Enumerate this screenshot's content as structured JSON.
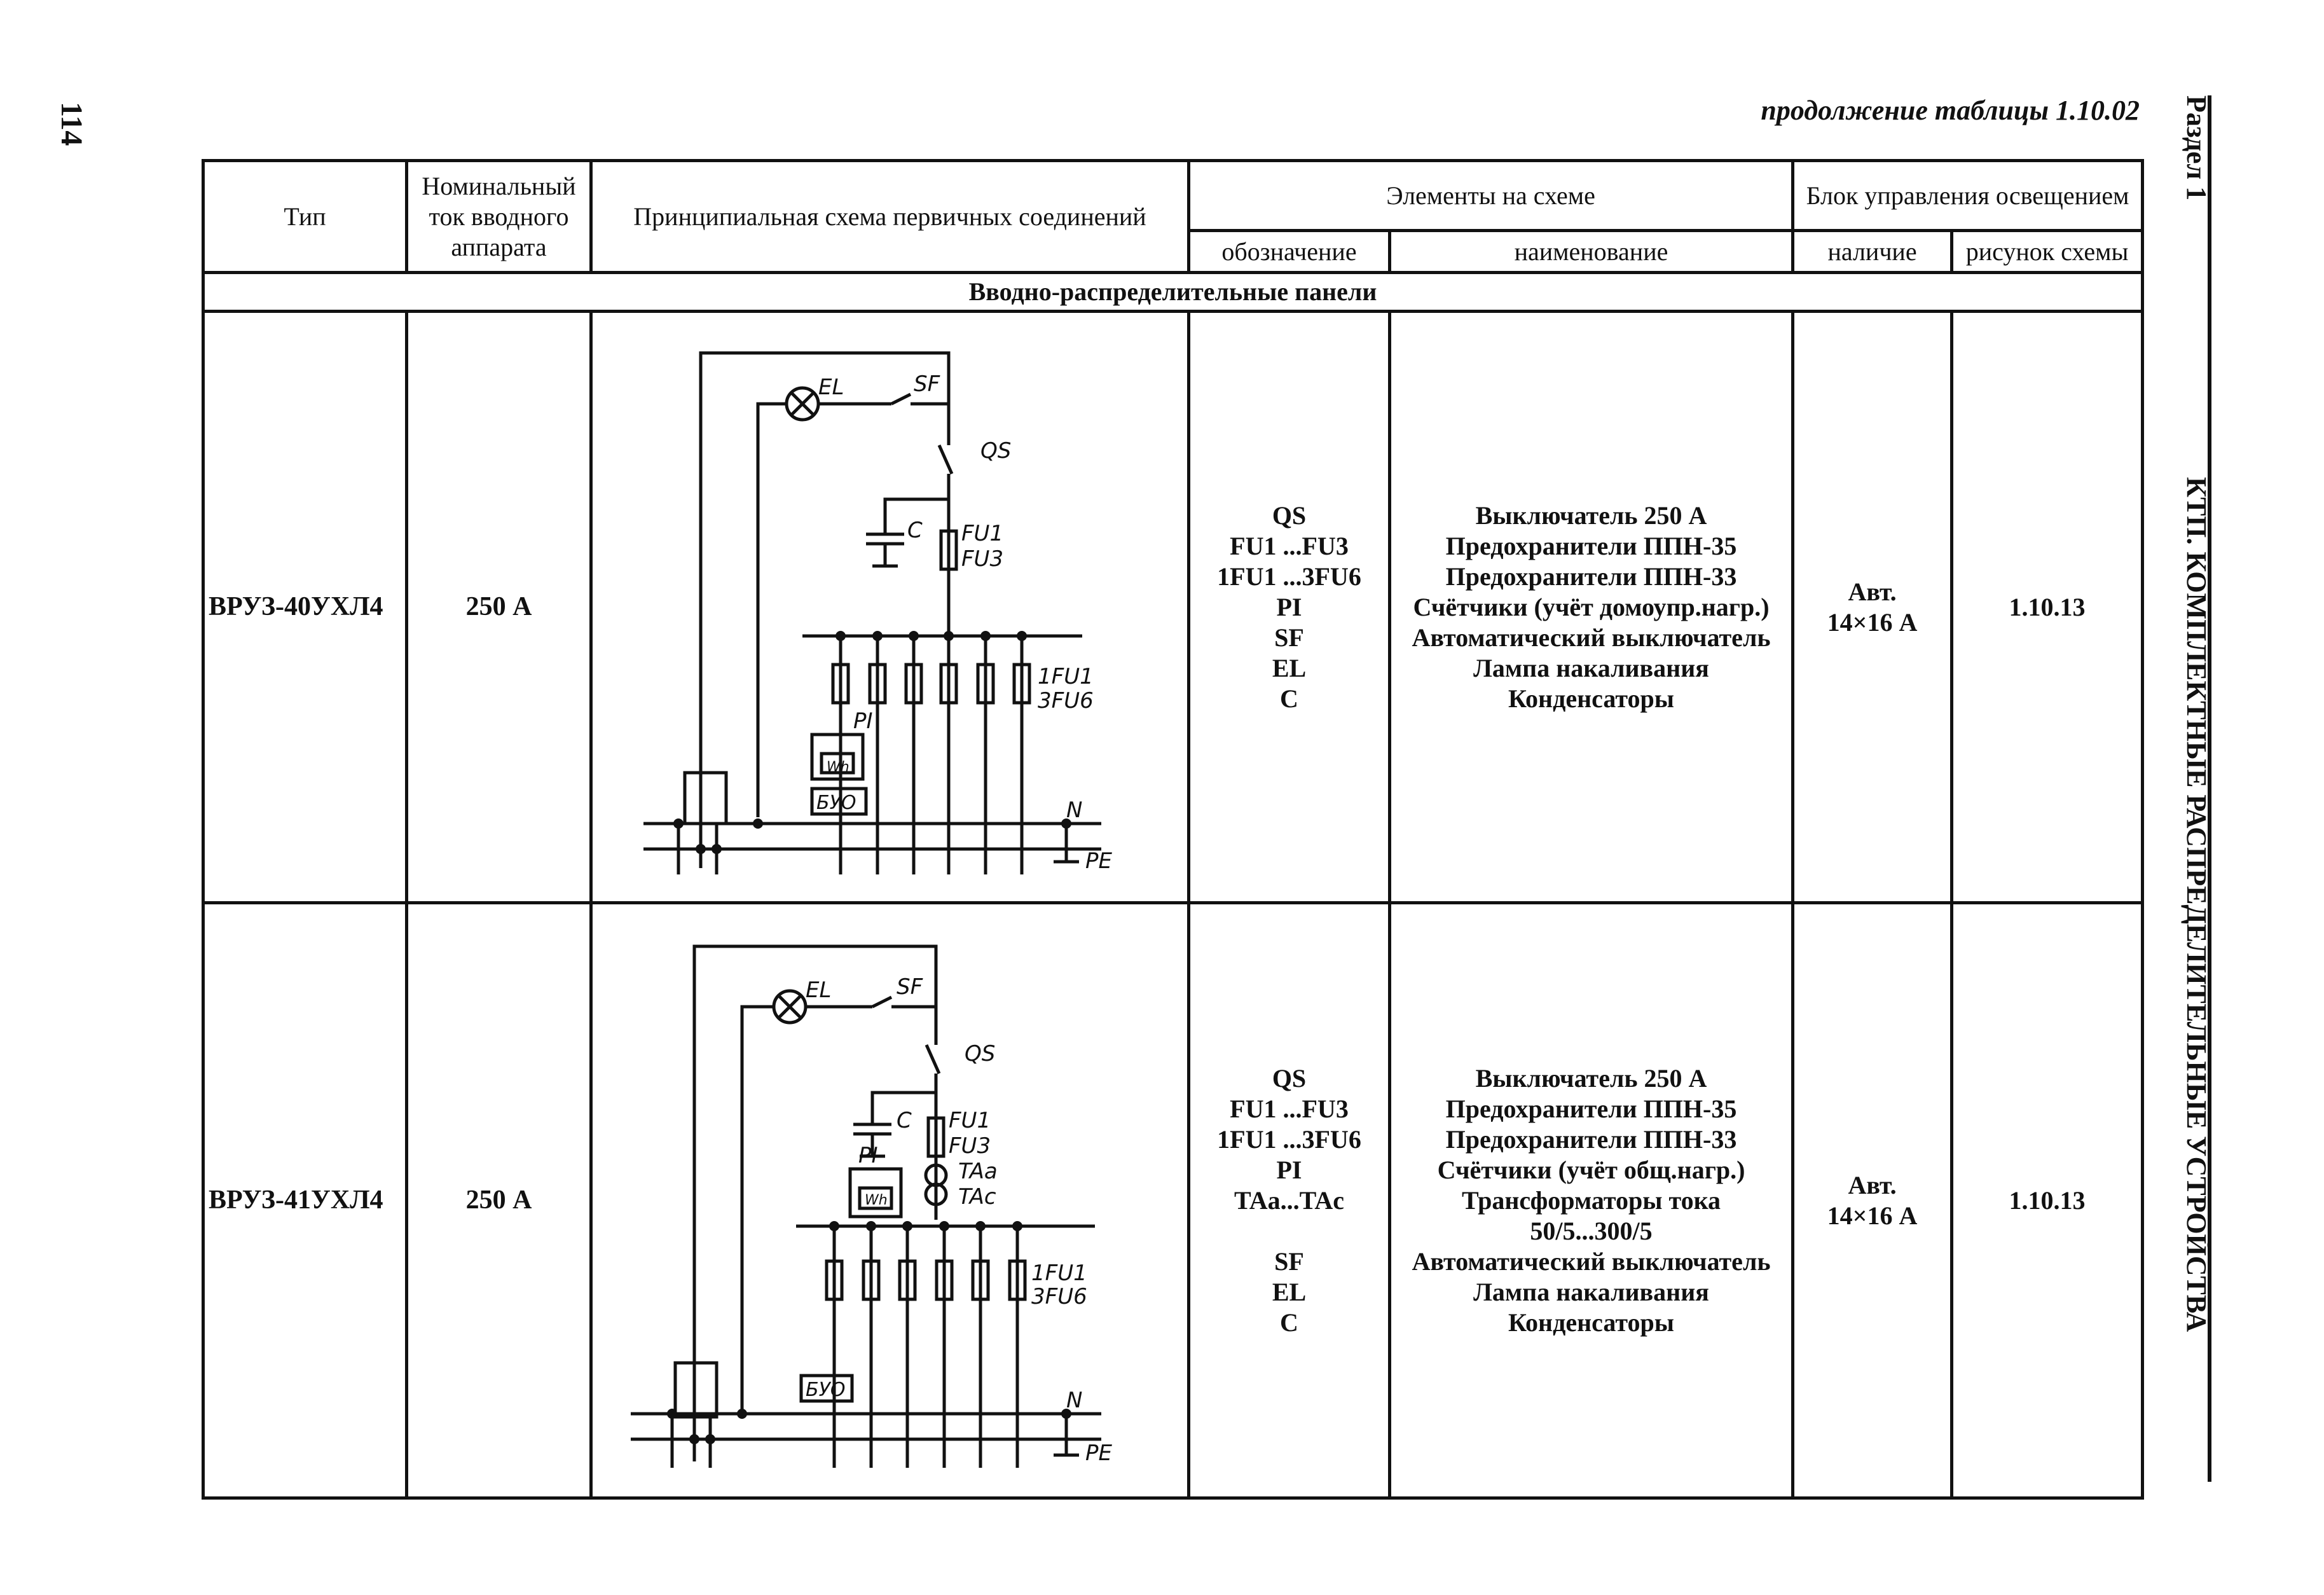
{
  "page_number": "114",
  "continuation": "продолжение таблицы 1.10.02",
  "side": {
    "section": "Раздел 1",
    "title": "КТП. КОМПЛЕКТНЫЕ РАСПРЕДЕЛИТЕЛЬНЫЕ УСТРОЙСТВА"
  },
  "header": {
    "type": "Тип",
    "rated_current": "Номинальный ток вводного аппарата",
    "scheme": "Принципиальная схема первичных соединений",
    "elements": "Элементы на схеме",
    "designation": "обозначение",
    "name": "наименование",
    "lighting_unit": "Блок управления освещением",
    "presence": "наличие",
    "scheme_figure": "рисунок схемы"
  },
  "section_title": "Вводно-распределительные панели",
  "rows": [
    {
      "type": "ВРУЗ-40УХЛ4",
      "current": "250 А",
      "designations": [
        "QS",
        "FU1 ...FU3",
        "1FU1 ...3FU6",
        "PI",
        "SF",
        "EL",
        "C"
      ],
      "names": [
        "Выключатель 250 А",
        "Предохранители ППН-35",
        "Предохранители ППН-33",
        "Счётчики (учёт домоупр.нагр.)",
        "Автоматический выключатель",
        "Лампа накаливания",
        "Конденсаторы"
      ],
      "presence": [
        "Авт.",
        "14×16 А"
      ],
      "figure": "1.10.13",
      "labels": {
        "el": "EL",
        "sf": "SF",
        "qs": "QS",
        "c": "C",
        "fu1": "FU1",
        "fu3": "FU3",
        "pi": "PI",
        "wh": "Wh",
        "fu_group1": "1FU1",
        "fu_group2": "3FU6",
        "buo": "БУО",
        "n": "N",
        "pe": "PE"
      }
    },
    {
      "type": "ВРУЗ-41УХЛ4",
      "current": "250 А",
      "designations": [
        "QS",
        "FU1 ...FU3",
        "1FU1 ...3FU6",
        "PI",
        "TAa...TAc",
        "",
        "SF",
        "EL",
        "C"
      ],
      "names": [
        "Выключатель 250 А",
        "Предохранители ППН-35",
        "Предохранители ППН-33",
        "Счётчики (учёт общ.нагр.)",
        "Трансформаторы тока",
        "50/5...300/5",
        "Автоматический выключатель",
        "Лампа накаливания",
        "Конденсаторы"
      ],
      "presence": [
        "Авт.",
        "14×16 А"
      ],
      "figure": "1.10.13",
      "labels": {
        "el": "EL",
        "sf": "SF",
        "qs": "QS",
        "c": "C",
        "fu1": "FU1",
        "fu3": "FU3",
        "pi": "PI",
        "wh": "Wh",
        "ta1": "TAa",
        "ta2": "TAc",
        "fu_group1": "1FU1",
        "fu_group2": "3FU6",
        "buo": "БУО",
        "n": "N",
        "pe": "PE"
      }
    }
  ]
}
